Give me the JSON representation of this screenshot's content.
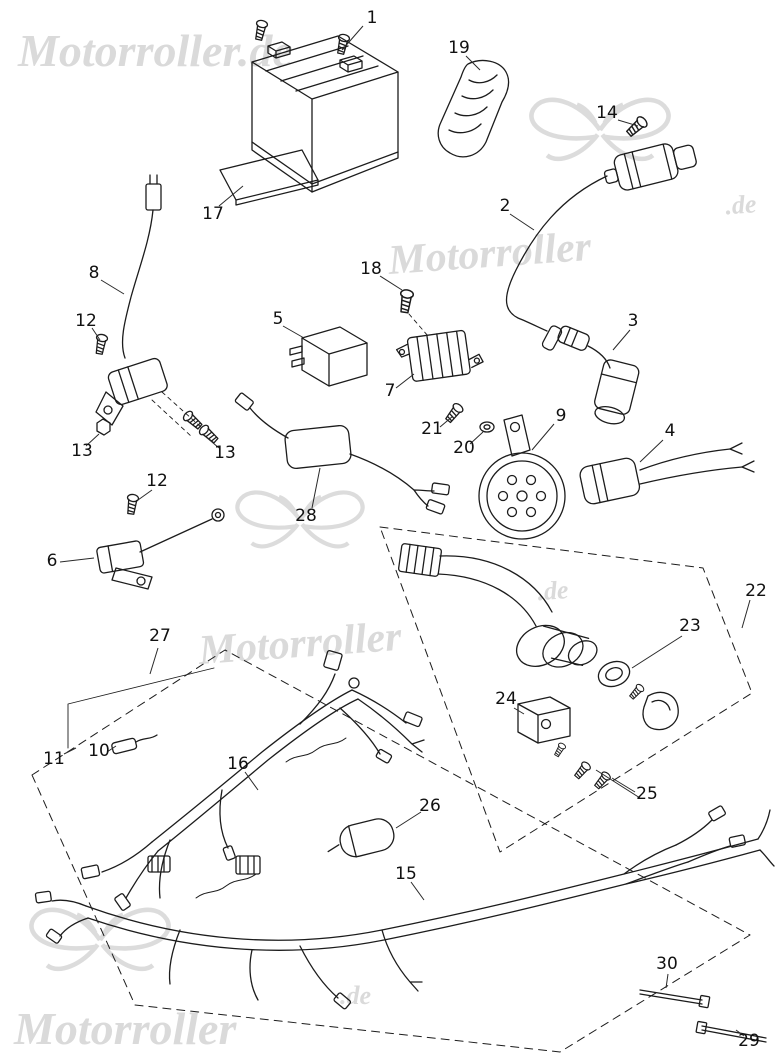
{
  "watermarks": {
    "full": "Motorroller.de",
    "brand": "Motorroller",
    "tld": ".de"
  },
  "callouts": [
    {
      "label": "1"
    },
    {
      "label": "19"
    },
    {
      "label": "14"
    },
    {
      "label": "17"
    },
    {
      "label": "2"
    },
    {
      "label": "8"
    },
    {
      "label": "18"
    },
    {
      "label": "12"
    },
    {
      "label": "5"
    },
    {
      "label": "3"
    },
    {
      "label": "13"
    },
    {
      "label": "13"
    },
    {
      "label": "7"
    },
    {
      "label": "21"
    },
    {
      "label": "20"
    },
    {
      "label": "9"
    },
    {
      "label": "4"
    },
    {
      "label": "12"
    },
    {
      "label": "28"
    },
    {
      "label": "6"
    },
    {
      "label": "22"
    },
    {
      "label": "23"
    },
    {
      "label": "27"
    },
    {
      "label": "24"
    },
    {
      "label": "11"
    },
    {
      "label": "10"
    },
    {
      "label": "16"
    },
    {
      "label": "26"
    },
    {
      "label": "25"
    },
    {
      "label": "15"
    },
    {
      "label": "30"
    },
    {
      "label": "29"
    }
  ]
}
